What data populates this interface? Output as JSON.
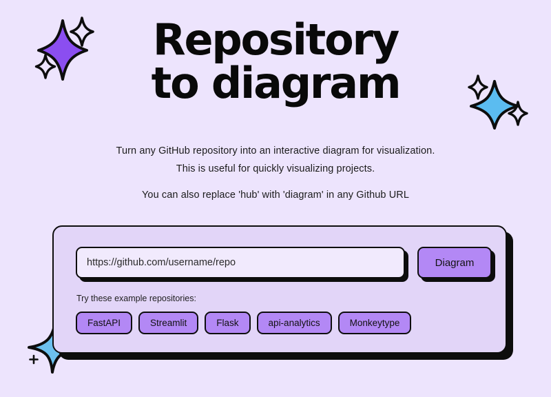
{
  "page": {
    "background_color": "#ede4fd",
    "title": "Repository to diagram"
  },
  "hero": {
    "title_line1": "Repository to",
    "title_line2": "diagram"
  },
  "subtitle": {
    "line1": "Turn any GitHub repository into an interactive diagram for visualization.",
    "line2": "This is useful for quickly visualizing projects.",
    "line3": "You can also replace 'hub' with 'diagram' in any Github URL"
  },
  "card": {
    "background_color": "#e2d5f8",
    "border_color": "#0d0d0d",
    "input": {
      "value": "",
      "placeholder": "https://github.com/username/repo",
      "background_color": "#f1eafd"
    },
    "submit": {
      "label": "Diagram",
      "accent_color": "#b388f5"
    },
    "examples_label": "Try these example repositories:",
    "examples": [
      {
        "label": "FastAPI"
      },
      {
        "label": "Streamlit"
      },
      {
        "label": "Flask"
      },
      {
        "label": "api-analytics"
      },
      {
        "label": "Monkeytype"
      }
    ]
  },
  "decorations": [
    {
      "name": "sparkle-top-left",
      "fill_color": "#8b4ef0"
    },
    {
      "name": "sparkle-top-right",
      "fill_color": "#5bbcf0"
    },
    {
      "name": "sparkle-bottom-left",
      "fill_color": "#6cc0ee"
    }
  ]
}
